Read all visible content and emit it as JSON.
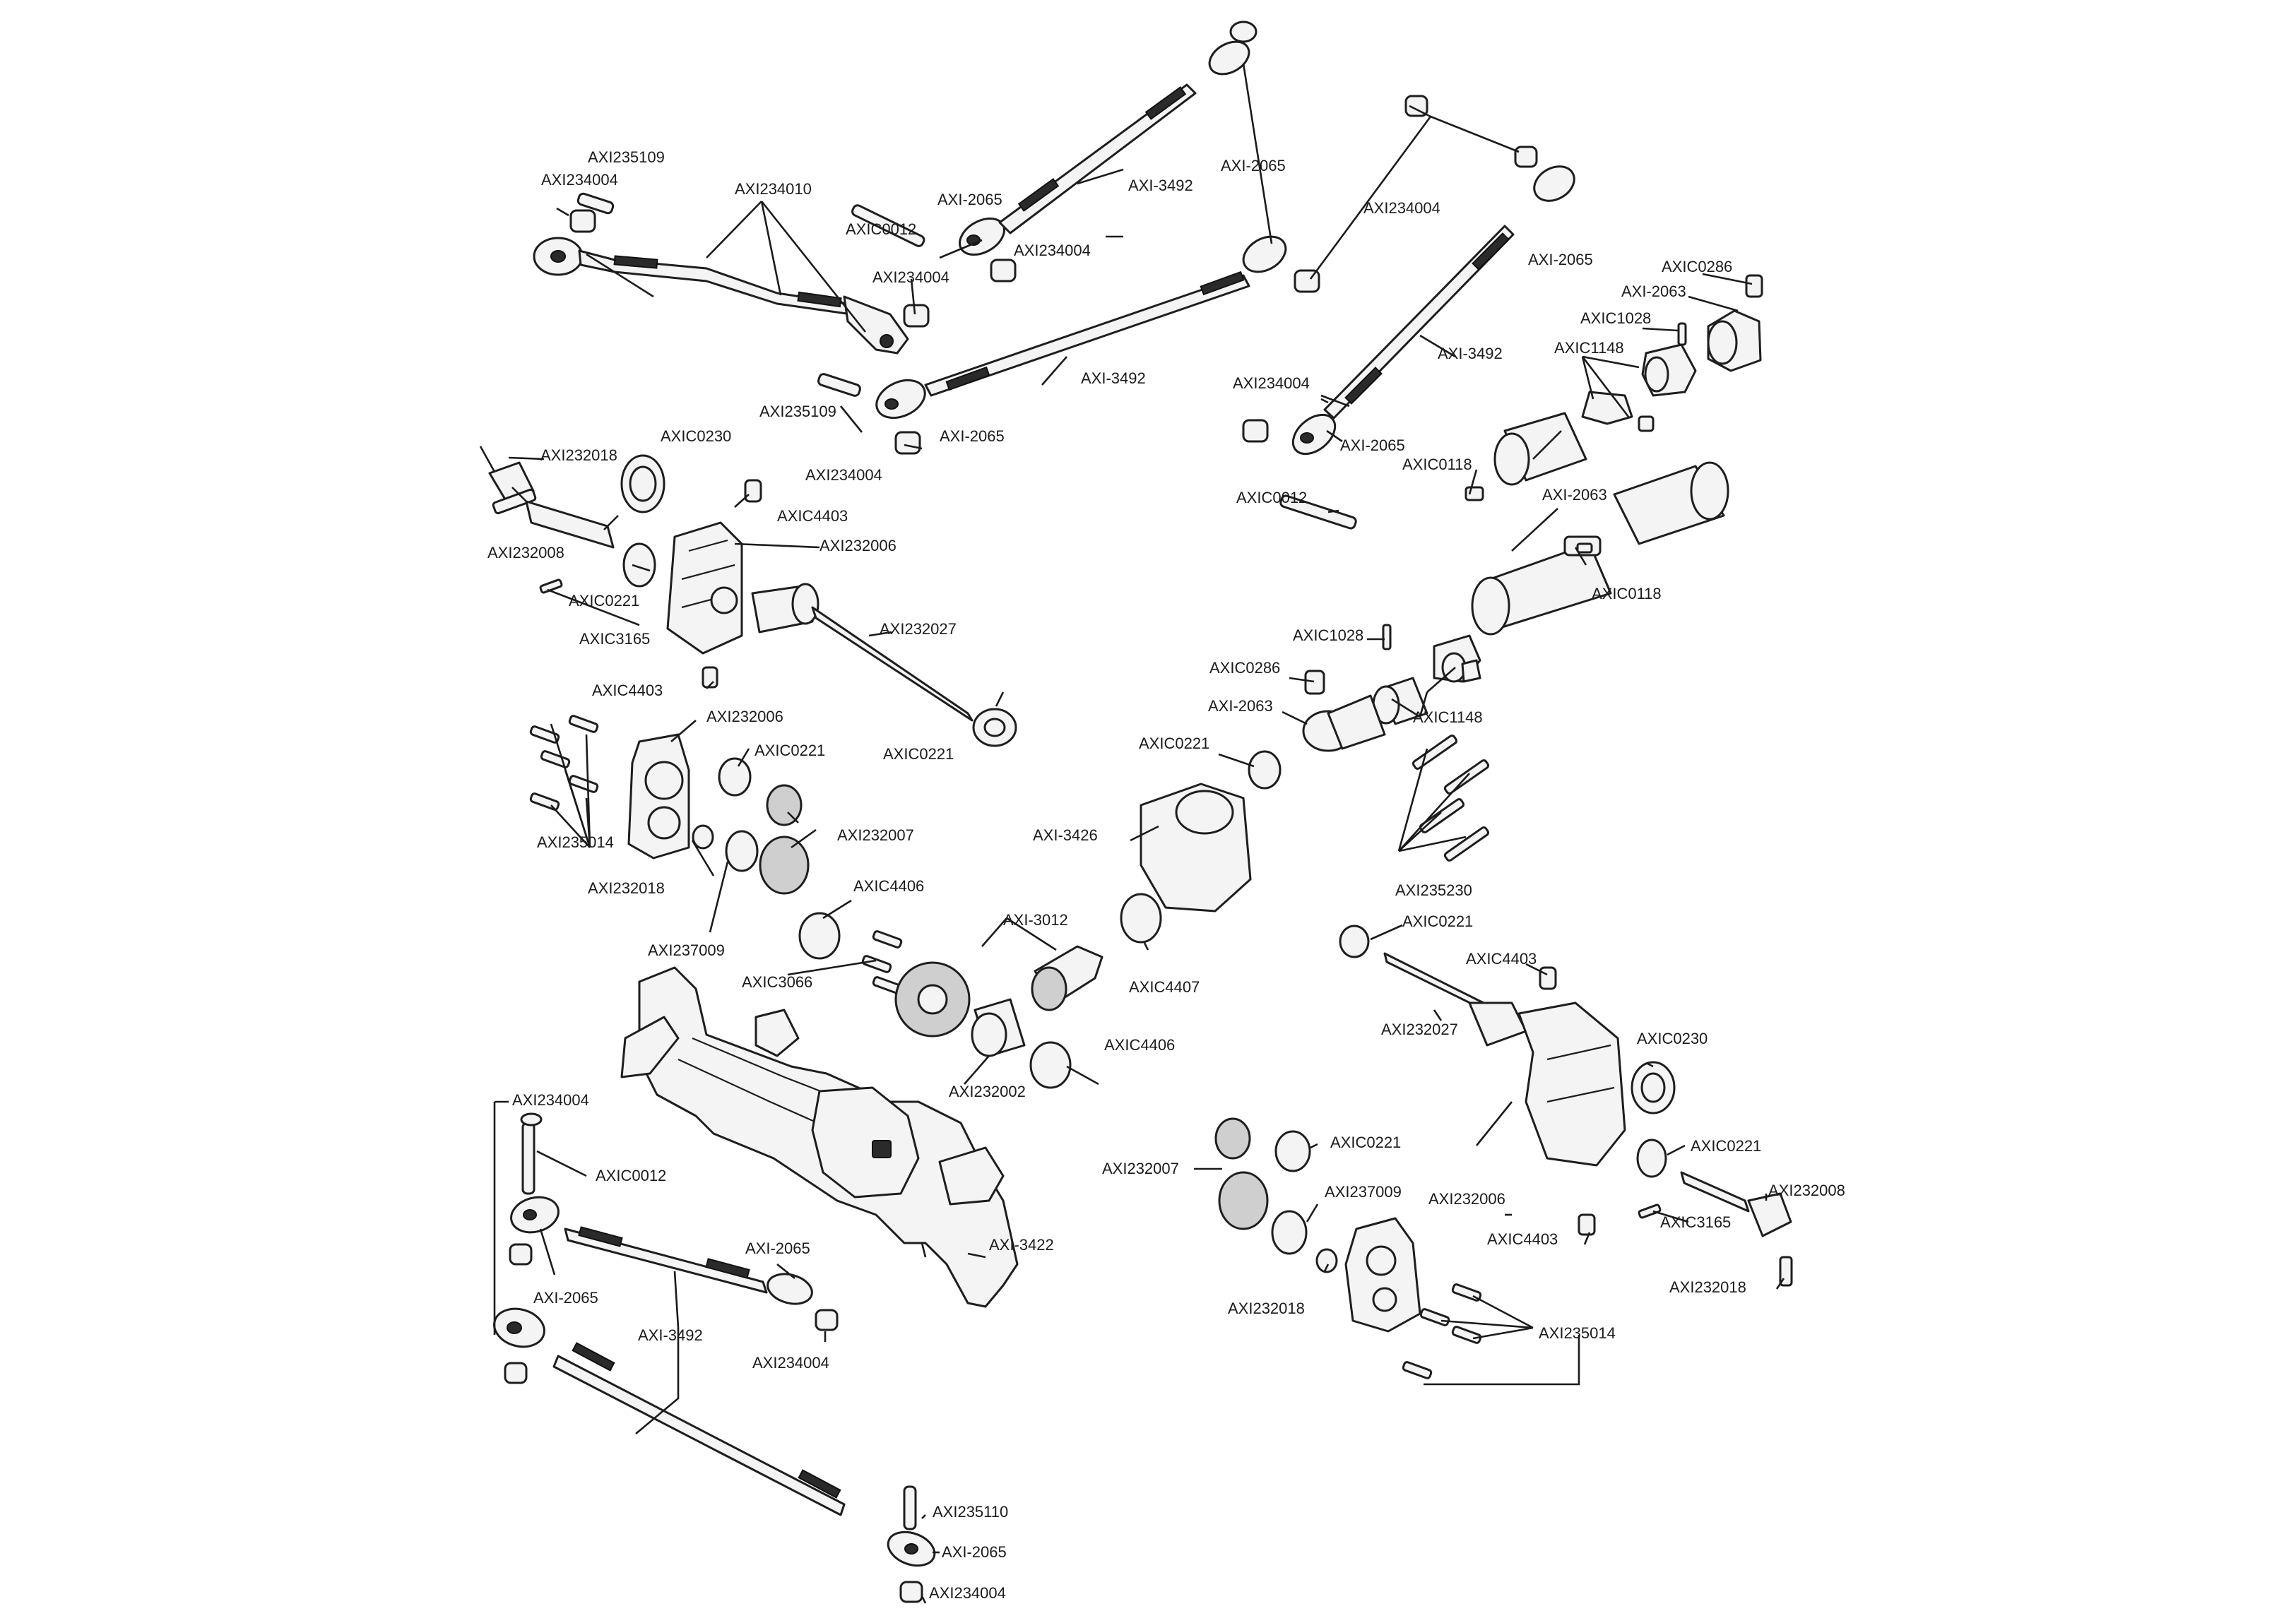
{
  "parts": {
    "AXI235109": "AXI235109",
    "AXI234004": "AXI234004",
    "AXI234010": "AXI234010",
    "AXIC0012": "AXIC0012",
    "AXI2065": "AXI-2065",
    "AXI3492": "AXI-3492",
    "AXIC0286": "AXIC0286",
    "AXI2063": "AXI-2063",
    "AXIC1028": "AXIC1028",
    "AXIC1148": "AXIC1148",
    "AXIC0118": "AXIC0118",
    "AXI232018": "AXI232018",
    "AXIC0230": "AXIC0230",
    "AXIC4403": "AXIC4403",
    "AXI232008": "AXI232008",
    "AXI232006": "AXI232006",
    "AXIC0221": "AXIC0221",
    "AXIC3165": "AXIC3165",
    "AXI232027": "AXI232027",
    "AXI235014": "AXI235014",
    "AXI232007": "AXI232007",
    "AXI237009": "AXI237009",
    "AXIC4406": "AXIC4406",
    "AXI3012": "AXI-3012",
    "AXIC3066": "AXIC3066",
    "AXI3426": "AXI-3426",
    "AXIC4407": "AXIC4407",
    "AXI235230": "AXI235230",
    "AXI232002": "AXI232002",
    "AXI3422": "AXI-3422",
    "AXI235110": "AXI235110"
  }
}
